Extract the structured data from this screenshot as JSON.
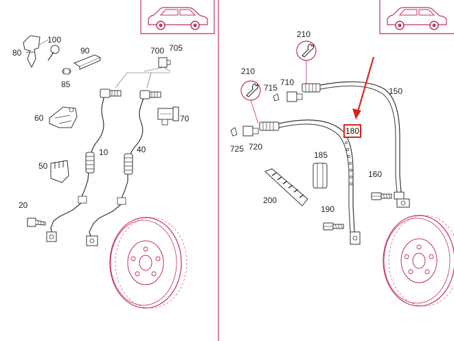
{
  "diagram": {
    "left_panel": {
      "part_numbers": [
        "80",
        "100",
        "90",
        "700",
        "705",
        "85",
        "60",
        "70",
        "10",
        "40",
        "50",
        "20"
      ]
    },
    "right_panel": {
      "part_numbers": [
        "210",
        "210",
        "715",
        "710",
        "150",
        "725",
        "720",
        "185",
        "160",
        "200",
        "190"
      ],
      "highlighted_part": "180"
    },
    "colors": {
      "line": "#c0305a",
      "highlight": "#e0201c",
      "label": "#222222"
    },
    "icons": [
      "car-thumbnail-icon",
      "wrench-symbol-icon",
      "arrow-pointer-icon"
    ]
  }
}
